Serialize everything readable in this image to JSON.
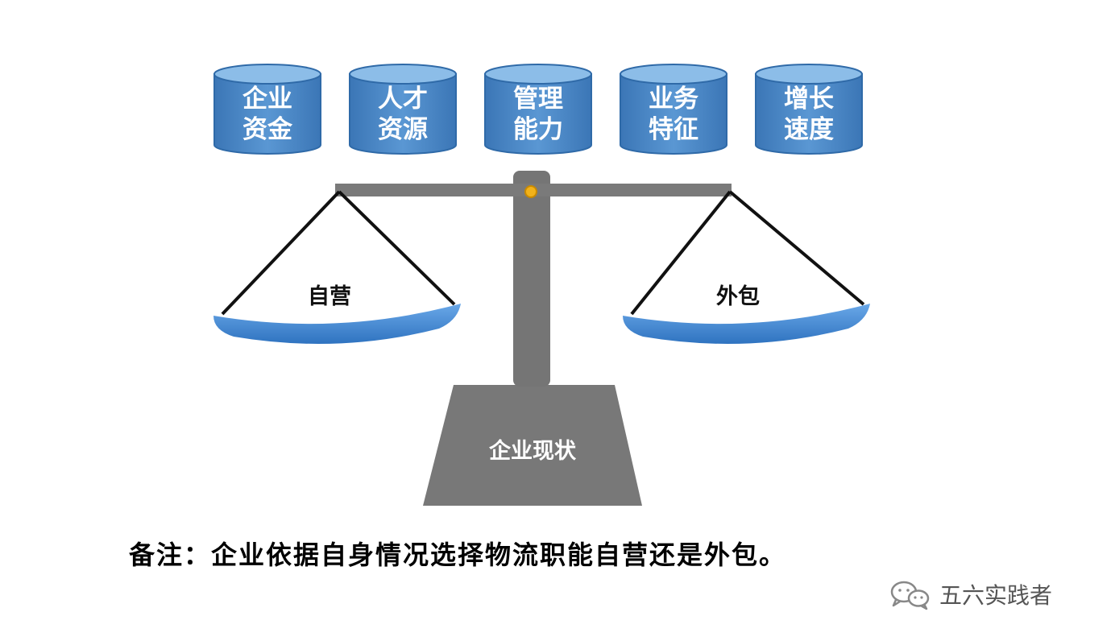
{
  "factors": [
    {
      "line1": "企业",
      "line2": "资金"
    },
    {
      "line1": "人才",
      "line2": "资源"
    },
    {
      "line1": "管理",
      "line2": "能力"
    },
    {
      "line1": "业务",
      "line2": "特征"
    },
    {
      "line1": "增长",
      "line2": "速度"
    }
  ],
  "scale": {
    "left_pan": "自营",
    "right_pan": "外包",
    "base": "企业现状"
  },
  "note": "备注：企业依据自身情况选择物流职能自营还是外包。",
  "watermark": {
    "icon": "wechat-icon",
    "text": "五六实践者"
  },
  "colors": {
    "cylinder_body": "#4a86c5",
    "cylinder_top": "#8cbde8",
    "cylinder_edge": "#2f6aa8",
    "pan": "#4a8fd6",
    "scale_gray": "#7a7a7a",
    "pivot": "#f2b21a"
  }
}
